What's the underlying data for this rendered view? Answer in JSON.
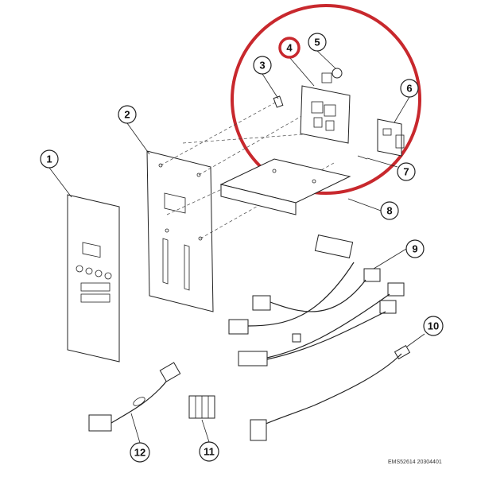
{
  "callouts": [
    {
      "id": "1",
      "label": "1",
      "highlight": false
    },
    {
      "id": "2",
      "label": "2",
      "highlight": false
    },
    {
      "id": "3",
      "label": "3",
      "highlight": false
    },
    {
      "id": "4",
      "label": "4",
      "highlight": true
    },
    {
      "id": "5",
      "label": "5",
      "highlight": false
    },
    {
      "id": "6",
      "label": "6",
      "highlight": false
    },
    {
      "id": "7",
      "label": "7",
      "highlight": false
    },
    {
      "id": "8",
      "label": "8",
      "highlight": false
    },
    {
      "id": "9",
      "label": "9",
      "highlight": false
    },
    {
      "id": "10",
      "label": "10",
      "highlight": false
    },
    {
      "id": "11",
      "label": "11",
      "highlight": false
    },
    {
      "id": "12",
      "label": "12",
      "highlight": false
    }
  ],
  "document_code": "EMS52614 20304401",
  "colors": {
    "highlight": "#c8282d",
    "line": "#222222",
    "background": "#ffffff"
  }
}
